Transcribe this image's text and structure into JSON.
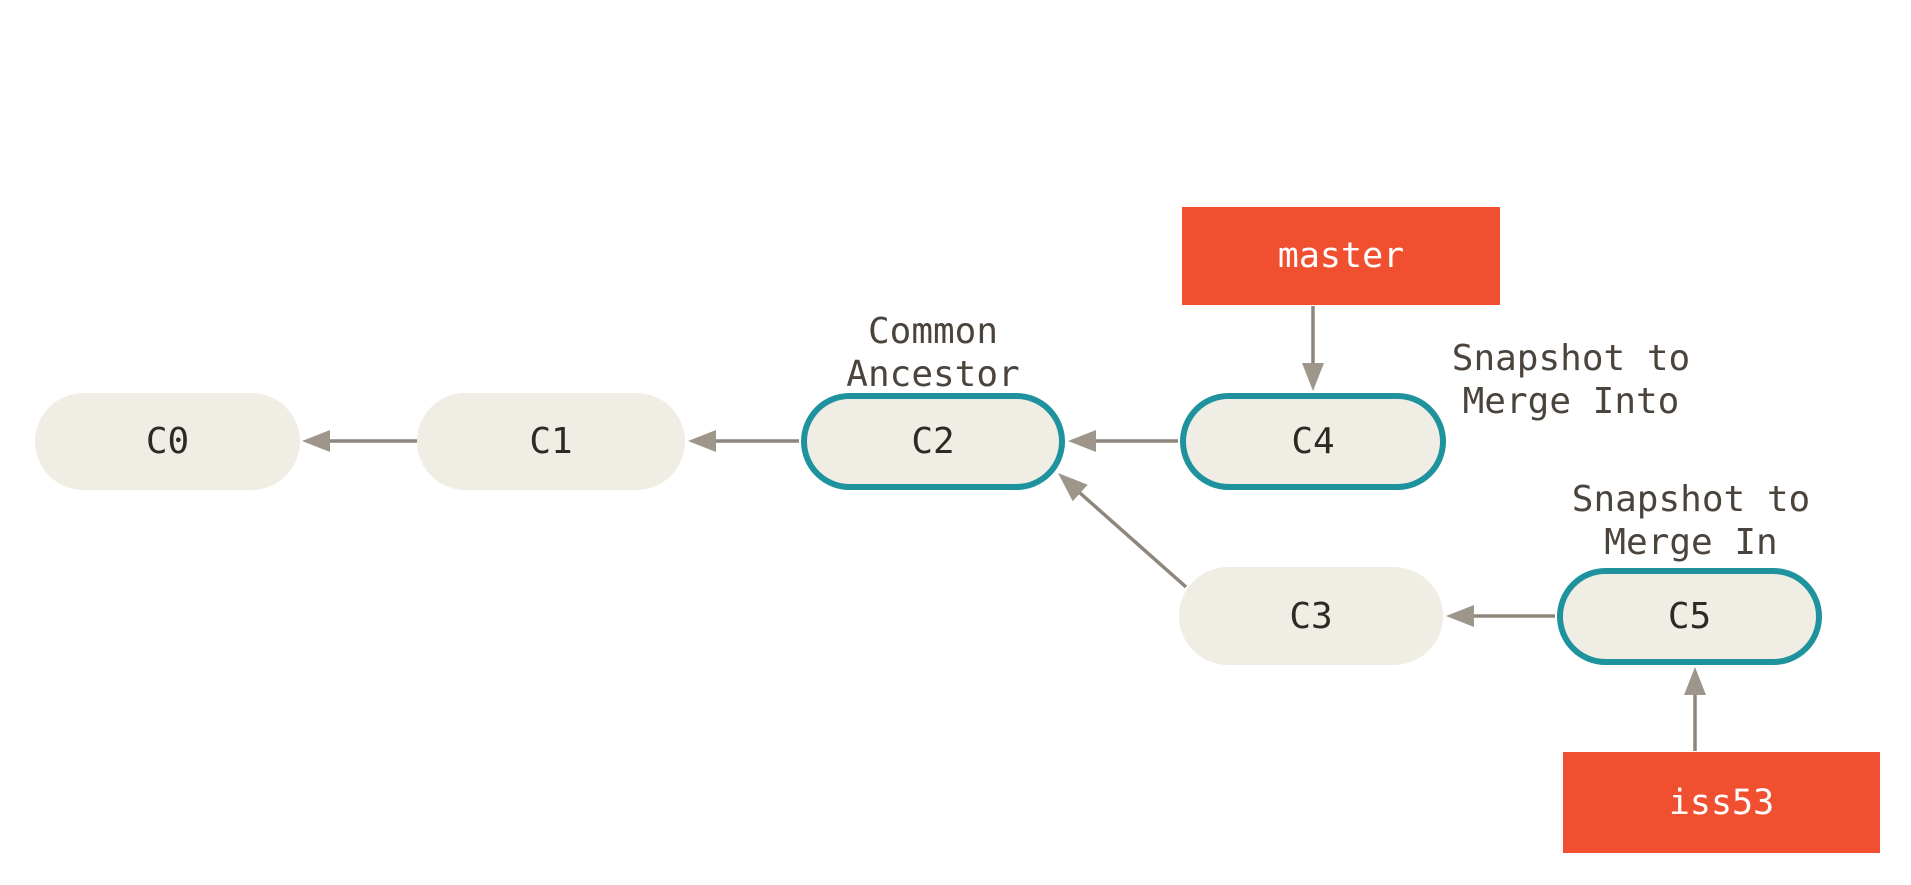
{
  "diagram_type": "git-commit-graph",
  "colors": {
    "bg": "#ffffff",
    "node_fill": "#efede4",
    "node_border": "#1e939e",
    "branch_fill": "#f04f30",
    "branch_text": "#ffffff",
    "node_text": "#2d2a25",
    "annotation_text": "#4b443c",
    "arrow_line": "#8e867c",
    "arrow_head": "#9e968b"
  },
  "nodes": [
    {
      "label": "C0",
      "highlighted": false
    },
    {
      "label": "C1",
      "highlighted": false
    },
    {
      "label": "C2",
      "highlighted": true
    },
    {
      "label": "C3",
      "highlighted": false
    },
    {
      "label": "C4",
      "highlighted": true
    },
    {
      "label": "C5",
      "highlighted": true
    }
  ],
  "branches": [
    {
      "label": "master",
      "points_to": "C4"
    },
    {
      "label": "iss53",
      "points_to": "C5"
    }
  ],
  "edges": [
    {
      "from": "C1",
      "to": "C0"
    },
    {
      "from": "C2",
      "to": "C1"
    },
    {
      "from": "C4",
      "to": "C2"
    },
    {
      "from": "C3",
      "to": "C2"
    },
    {
      "from": "C5",
      "to": "C3"
    },
    {
      "from": "master",
      "to": "C4"
    },
    {
      "from": "iss53",
      "to": "C5"
    }
  ],
  "annotations": [
    {
      "lines": [
        "Common",
        "Ancestor"
      ],
      "for": "C2"
    },
    {
      "lines": [
        "Snapshot to",
        "Merge Into"
      ],
      "for": "C4"
    },
    {
      "lines": [
        "Snapshot to",
        "Merge In"
      ],
      "for": "C5"
    }
  ]
}
